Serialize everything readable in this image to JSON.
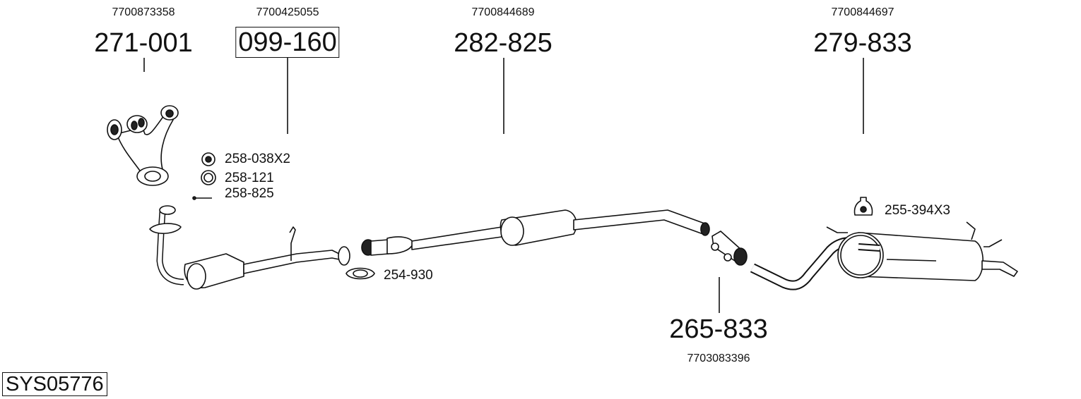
{
  "diagram_title": "SYS05776",
  "parts": [
    {
      "part_number": "271-001",
      "oem_number": "7700873358",
      "name": "manifold",
      "boxed": false
    },
    {
      "part_number": "099-160",
      "oem_number": "7700425055",
      "name": "catalytic-converter",
      "boxed": true
    },
    {
      "part_number": "282-825",
      "oem_number": "7700844689",
      "name": "centre-silencer",
      "boxed": false
    },
    {
      "part_number": "279-833",
      "oem_number": "7700844697",
      "name": "rear-silencer",
      "boxed": false
    },
    {
      "part_number": "265-833",
      "oem_number": "7703083396",
      "name": "pipe-connector",
      "boxed": false
    }
  ],
  "accessories": [
    {
      "label": "258-038X2",
      "icon": "nut-icon"
    },
    {
      "label": "258-121",
      "icon": "gasket-ring-icon"
    },
    {
      "label": "258-825",
      "icon": "bolt-icon"
    },
    {
      "label": "254-930",
      "icon": "clamp-icon"
    },
    {
      "label": "255-394X3",
      "icon": "rubber-mount-icon"
    }
  ]
}
